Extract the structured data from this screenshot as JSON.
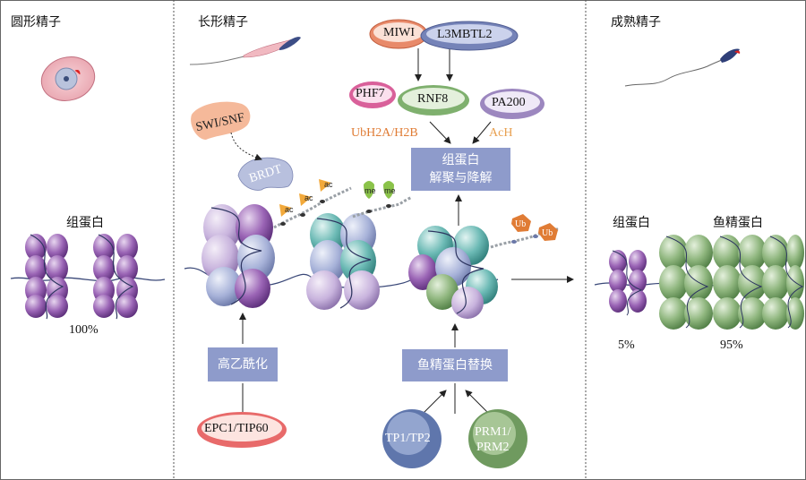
{
  "panels": {
    "round": {
      "title": "圆形精子"
    },
    "elongating": {
      "title": "长形精子"
    },
    "mature": {
      "title": "成熟精子"
    }
  },
  "labels": {
    "histone_left": "组蛋白",
    "pct_100": "100%",
    "histone_right": "组蛋白",
    "protamine": "鱼精蛋白",
    "pct_5": "5%",
    "pct_95": "95%"
  },
  "proteins": {
    "swi_snf": "SWI/SNF",
    "brdt": "BRDT",
    "miwi": "MIWI",
    "l3mbtl2": "L3MBTL2",
    "phf7": "PHF7",
    "rnf8": "RNF8",
    "pa200": "PA200",
    "epc1": "EPC1/TIP60",
    "tp": "TP1/TP2",
    "prm": "PRM1/\nPRM2"
  },
  "marks": {
    "ubh2a": "UbH2A/H2B",
    "ach": "AcH",
    "ac": "ac",
    "me": "me",
    "ub": "Ub"
  },
  "boxes": {
    "degradation": "组蛋白\n解聚与降解",
    "hyperacetylation": "高乙酰化",
    "replacement": "鱼精蛋白替换"
  },
  "colors": {
    "histone_purple": "#8a5aa6",
    "protamine_green": "#7fa86f",
    "teal": "#6ab7b2",
    "box_blue": "#8e9bcb",
    "orange": "#e07c35"
  }
}
